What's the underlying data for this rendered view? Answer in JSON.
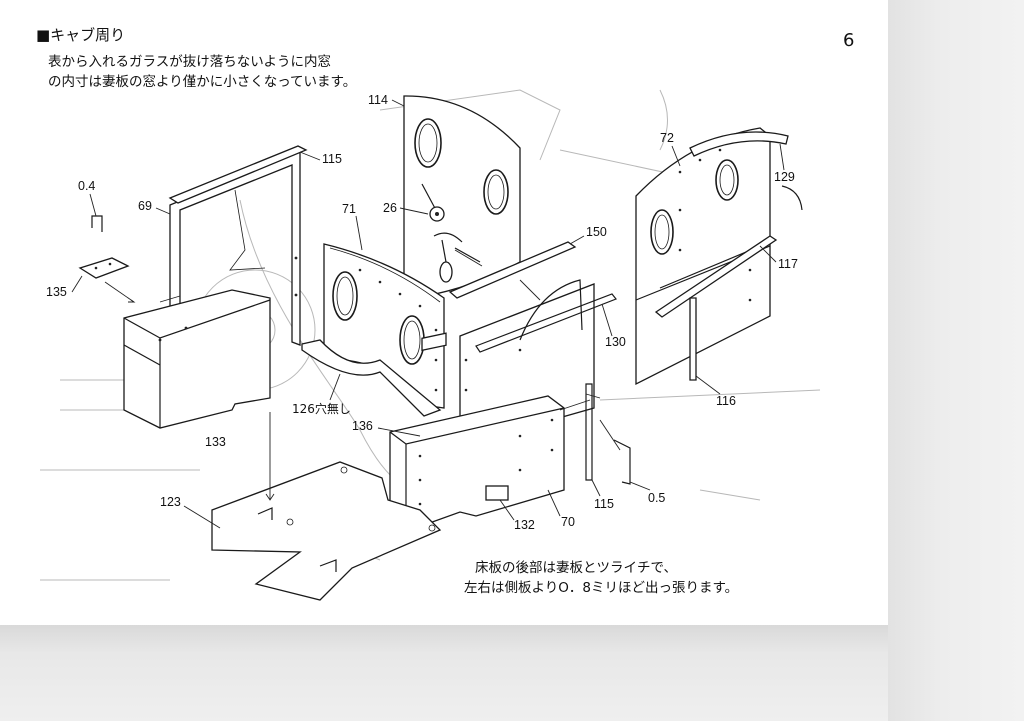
{
  "page": {
    "title": "■キャブ周り",
    "page_number": "6",
    "note_top_line1": "表から入れるガラスが抜け落ちないように内窓",
    "note_top_line2": "の内寸は妻板の窓より僅かに小さくなっています。",
    "note_bottom_line1": "床板の後部は妻板とツライチで、",
    "note_bottom_line2": "左右は側板よりO．8ミリほど出っ張ります。"
  },
  "parts": {
    "p114": "114",
    "p115a": "115",
    "p0_4": "0.4",
    "p69": "69",
    "p71": "71",
    "p26": "26",
    "p150": "150",
    "p72": "72",
    "p129": "129",
    "p117": "117",
    "p135": "135",
    "p130": "130",
    "p116": "116",
    "p126": "126穴無し",
    "p136": "136",
    "p133": "133",
    "p123": "123",
    "p132": "132",
    "p70": "70",
    "p115b": "115",
    "p0_5": "0.5"
  }
}
